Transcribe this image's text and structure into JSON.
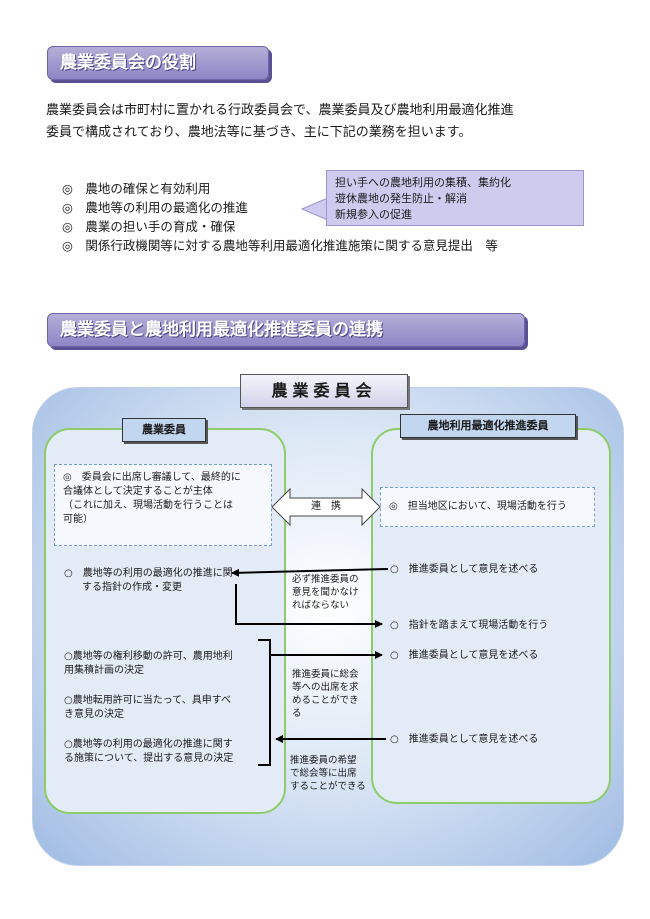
{
  "section1": {
    "title": "農業委員会の役割",
    "intro_line1": "農業委員会は市町村に置かれる行政委員会で、農業委員及び農地利用最適化推進",
    "intro_line2": "委員で構成されており、農地法等に基づき、主に下記の業務を担います。",
    "bullets": [
      "◎　農地の確保と有効利用",
      "◎　農地等の利用の最適化の推進",
      "◎　農業の担い手の育成・確保",
      "◎　関係行政機関等に対する農地等利用最適化推進施策に関する意見提出　等"
    ],
    "callout": [
      "担い手への農地利用の集積、集約化",
      "遊休農地の発生防止・解消",
      "新規参入の促進"
    ]
  },
  "section2": {
    "title": "農業委員と農地利用最適化推進委員の連携",
    "committee": "農業委員会",
    "left_label": "農業委員",
    "right_label": "農地利用最適化推進委員",
    "left_box": [
      "◎　委員会に出席し審議して、最終的に",
      "合議体として決定することが主体",
      "（これに加え、現場活動を行うことは",
      "可能）"
    ],
    "renkei": "連　携",
    "right_box": "◎　担当地区において、現場活動を行う",
    "left_item1": [
      "○　農地等の利用の最適化の推進に関",
      "する指針の作成・変更"
    ],
    "left_item2": [
      "○農地等の権利移動の許可、農用地利",
      "用集積計画の決定"
    ],
    "left_item3": [
      "○農地転用許可に当たって、具申すべ",
      "き意見の決定"
    ],
    "left_item4": [
      "○農地等の利用の最適化の推進に関す",
      "る施策について、提出する意見の決定"
    ],
    "mid_text1": [
      "必ず推進委員の",
      "意見を聞かなけ",
      "ればならない"
    ],
    "mid_text2": [
      "推進委員に総会",
      "等への出席を求",
      "めることができ",
      "る"
    ],
    "mid_text3": [
      "推進委員の希望",
      "で総会等に出席",
      "することができる"
    ],
    "right_item1": "○　推進委員として意見を述べる",
    "right_item2": "○　指針を踏まえて現場活動を行う",
    "right_item3": "○　推進委員として意見を述べる",
    "right_item4": "○　推進委員として意見を述べる"
  }
}
